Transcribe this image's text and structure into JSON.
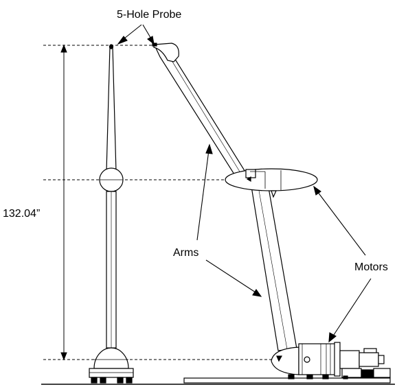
{
  "labels": {
    "probe": "5-Hole Probe",
    "dimension": "132.04”",
    "arms": "Arms",
    "motors": "Motors"
  }
}
